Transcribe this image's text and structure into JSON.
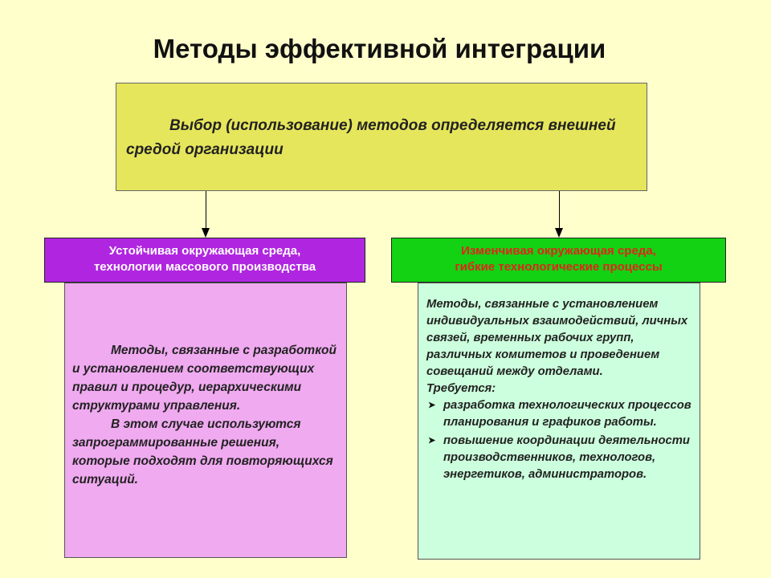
{
  "title": "Методы эффективной интеграции",
  "top_box": {
    "text": "Выбор (использование) методов определяется внешней средой организации"
  },
  "left": {
    "header_line1": "Устойчивая окружающая среда,",
    "header_line2": "технологии массового производства",
    "paragraph1": "Методы, связанные с разработкой и установлением соответствующих правил и процедур, иерархическими структурами управления.",
    "paragraph2": "В этом случае используются запрограммированные решения, которые подходят для повторяющихся ситуаций."
  },
  "right": {
    "header_line1": "Изменчивая окружающая среда,",
    "header_line2": "гибкие  технологические процессы",
    "intro": "Методы, связанные с установлением индивидуальных взаимодействий, личных связей, временных рабочих групп, различных комитетов и проведением совещаний между отделами.",
    "requires": "Требуется:",
    "bullets": [
      "разработка технологических процессов планирования и графиков работы.",
      "повышение координации деятельности производственников, технологов, энергетиков, администраторов."
    ]
  },
  "colors": {
    "background": "#ffffcc",
    "top_box": "#e6e65c",
    "left_header": "#b026e0",
    "right_header": "#13d113",
    "right_header_text": "#e0261a",
    "left_panel": "#f0aaf0",
    "right_panel": "#ccffdd"
  },
  "icons": {
    "bullet": "triangle-right-icon"
  }
}
